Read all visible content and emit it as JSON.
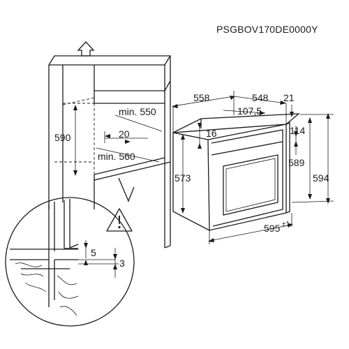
{
  "model_code": "PSGBOV170DE0000Y",
  "cabinet": {
    "height_label": "590",
    "min_width_label": "min. 550",
    "gap_label": "20",
    "min_depth_label": "min. 560"
  },
  "oven": {
    "depth_label": "558",
    "front_depth_label": "548",
    "door_label": "21",
    "inner_label": "107,5",
    "top_label": "16",
    "upper_label": "114",
    "height_left_label": "573",
    "height_inner_label": "589",
    "height_total_label": "594",
    "width_label": "595",
    "width_tolerance_label": "±1"
  },
  "detail": {
    "gap_label": "5",
    "shelf_label": "3"
  },
  "icons": [
    "arrow-up-icon",
    "warning-icon"
  ]
}
